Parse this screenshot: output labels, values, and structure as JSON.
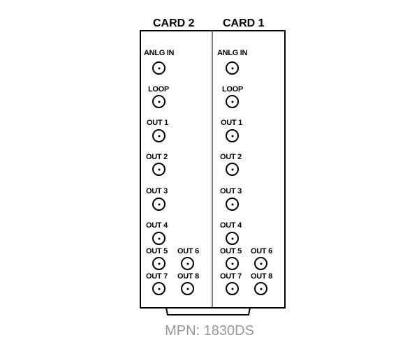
{
  "cards": [
    {
      "title": "CARD 2",
      "connectors": [
        {
          "label": "ANLG IN"
        },
        {
          "label": "LOOP"
        },
        {
          "label": "OUT 1"
        },
        {
          "label": "OUT 2"
        },
        {
          "label": "OUT 3"
        },
        {
          "label": "OUT 4"
        },
        {
          "label": "OUT 5"
        },
        {
          "label": "OUT 6"
        },
        {
          "label": "OUT 7"
        },
        {
          "label": "OUT 8"
        }
      ]
    },
    {
      "title": "CARD 1",
      "connectors": [
        {
          "label": "ANLG IN"
        },
        {
          "label": "LOOP"
        },
        {
          "label": "OUT 1"
        },
        {
          "label": "OUT 2"
        },
        {
          "label": "OUT 3"
        },
        {
          "label": "OUT 4"
        },
        {
          "label": "OUT 5"
        },
        {
          "label": "OUT 6"
        },
        {
          "label": "OUT 7"
        },
        {
          "label": "OUT 8"
        }
      ]
    }
  ],
  "part_number": "MPN: 1830DS"
}
